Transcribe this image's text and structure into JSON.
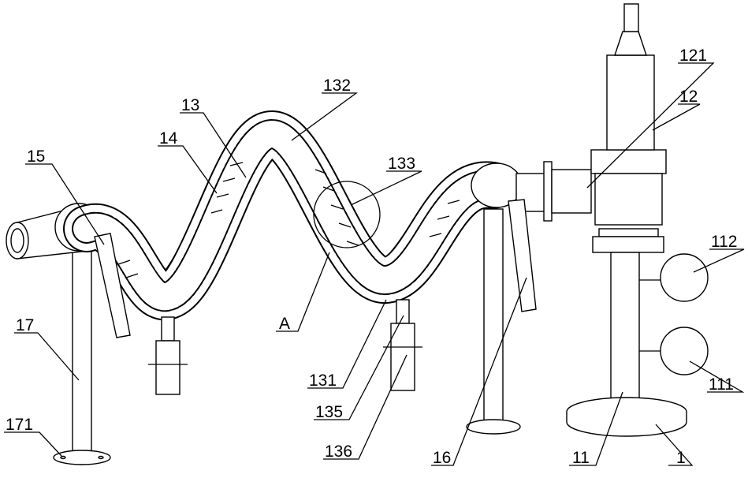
{
  "figure": {
    "labels": {
      "l1": "1",
      "l11": "11",
      "l111": "111",
      "l112": "112",
      "l12": "12",
      "l121": "121",
      "l13": "13",
      "l131": "131",
      "l132": "132",
      "l133": "133",
      "l135": "135",
      "l136": "136",
      "l14": "14",
      "l15": "15",
      "l16": "16",
      "l17": "17",
      "l171": "171",
      "lA": "A"
    }
  }
}
